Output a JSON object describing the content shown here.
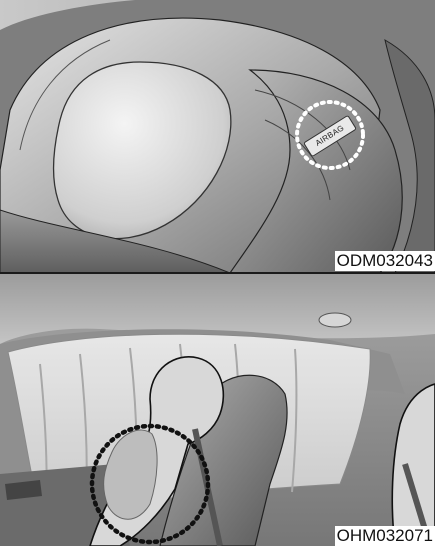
{
  "top_panel": {
    "seat_tag": "AIRBAG",
    "image_code": "ODM032043"
  },
  "bottom_panel": {
    "image_code": "OHM032071"
  }
}
